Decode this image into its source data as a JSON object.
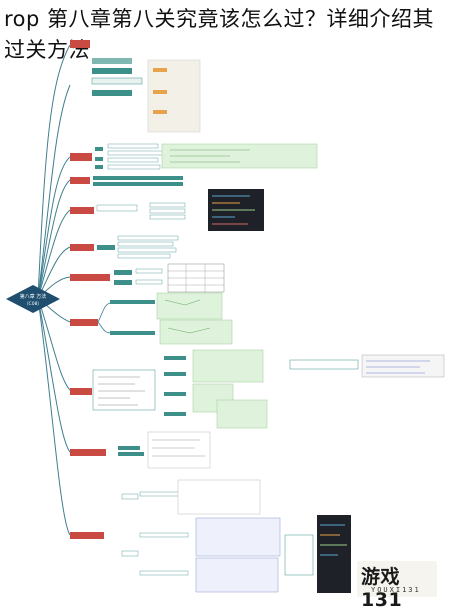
{
  "article": {
    "title": "rop 第八章第八关究竟该怎么过？详细介绍其过关方法"
  },
  "mindmap": {
    "root_label_line1": "第八章 方法",
    "root_label_line2": "（C08）",
    "accent_color": "#c84a42",
    "root_color": "#1f4e6e",
    "branch_line_color": "#3f7f8f",
    "panel_color": "#dff2dc"
  },
  "watermark": {
    "main": "游戏131",
    "sub": "YOUXI131"
  }
}
